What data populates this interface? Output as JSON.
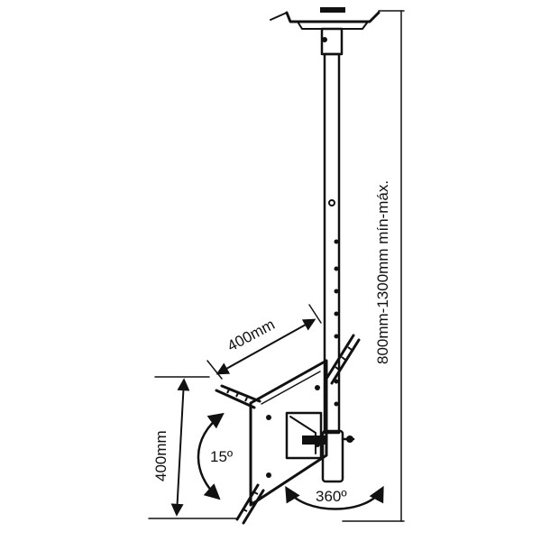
{
  "diagram": {
    "labels": {
      "height_range": "800mm-1300mm mín-máx.",
      "vesa_width": "400mm",
      "vesa_height": "400mm",
      "tilt": "15º",
      "swivel": "360º"
    },
    "colors": {
      "line": "#111111",
      "background": "#ffffff"
    }
  }
}
